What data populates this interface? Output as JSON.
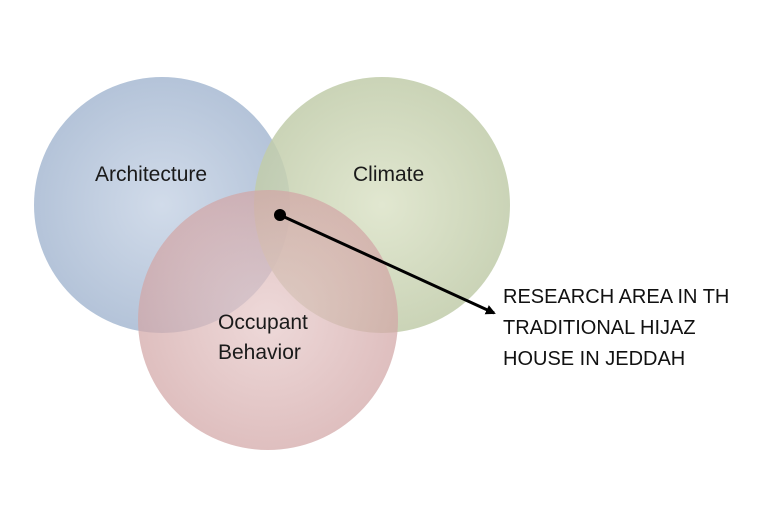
{
  "diagram": {
    "circles": [
      {
        "name": "architecture",
        "label": "Architecture",
        "fill": "#9fb4cf"
      },
      {
        "name": "climate",
        "label": "Climate",
        "fill": "#bdc9a3"
      },
      {
        "name": "occupant-behavior",
        "label_lines": [
          "Occupant",
          "Behavior"
        ],
        "fill": "#d4a3a3"
      }
    ],
    "callout_lines": [
      "RESEARCH AREA IN TH",
      "TRADITIONAL HIJAZ",
      "HOUSE IN JEDDAH"
    ],
    "arrow_color": "#000000"
  }
}
